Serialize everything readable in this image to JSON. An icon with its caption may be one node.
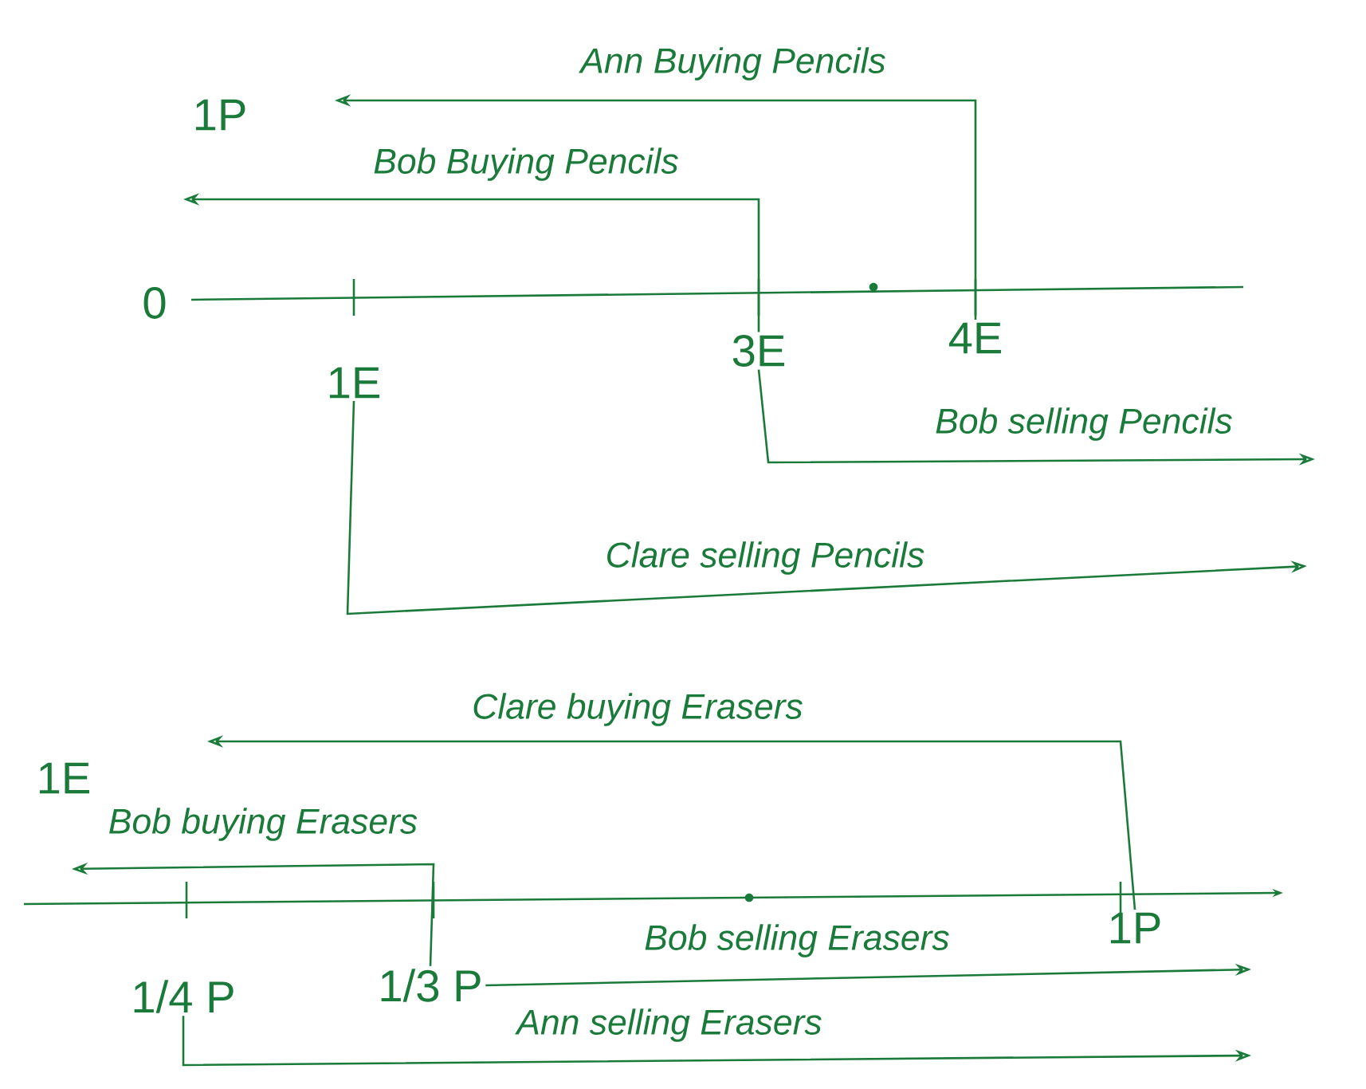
{
  "diagram": {
    "nodes": [
      {
        "text": [
          "1E"
        ]
      },
      {
        "text": [
          "3E"
        ]
      },
      {
        "text": [
          "4E"
        ]
      },
      {
        "text": [
          "1/4 P"
        ]
      },
      {
        "text": [
          "1/3 P"
        ]
      },
      {
        "text": [
          "1P"
        ]
      }
    ],
    "edges": [
      {
        "from": 2,
        "to": null,
        "arrow": "to",
        "label": "Ann Buying Pencils"
      },
      {
        "from": 1,
        "to": null,
        "arrow": "to",
        "label": "Bob Buying Pencils"
      },
      {
        "from": 1,
        "to": null,
        "arrow": "to",
        "label": "Bob selling Pencils"
      },
      {
        "from": 0,
        "to": null,
        "arrow": "to",
        "label": "Clare selling Pencils"
      },
      {
        "from": 5,
        "to": null,
        "arrow": "to",
        "label": "Clare buying Erasers"
      },
      {
        "from": 4,
        "to": null,
        "arrow": "to",
        "label": "Bob buying Erasers"
      },
      {
        "from": 4,
        "to": null,
        "arrow": "to",
        "label": "Bob selling Erasers"
      },
      {
        "from": 3,
        "to": null,
        "arrow": "to",
        "label": "Ann selling Erasers"
      }
    ],
    "labels": [
      "1P",
      "0",
      "1E"
    ]
  }
}
